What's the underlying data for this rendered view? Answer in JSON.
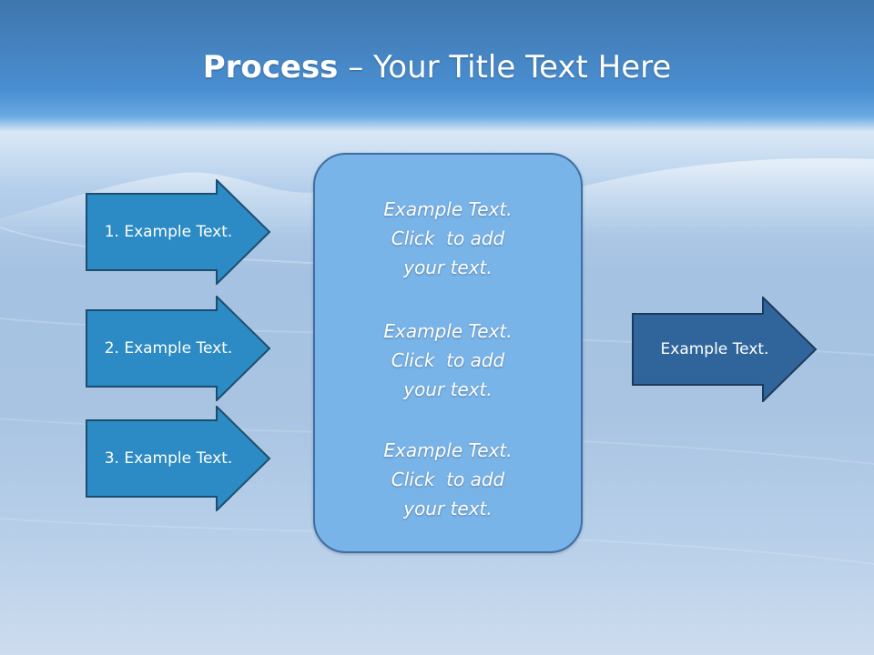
{
  "slide": {
    "title_bold": "Process",
    "title_rest": " – Your Title Text Here"
  },
  "input_arrows": [
    {
      "label": "1. Example Text."
    },
    {
      "label": "2. Example Text."
    },
    {
      "label": "3. Example Text."
    }
  ],
  "center_box": {
    "paragraphs": [
      {
        "lines": [
          "Example Text.",
          "Click  to add",
          "your text."
        ]
      },
      {
        "lines": [
          "Example Text.",
          "Click  to add",
          "your text."
        ]
      },
      {
        "lines": [
          "Example Text.",
          "Click  to add",
          "your text."
        ]
      }
    ]
  },
  "output_arrow": {
    "label": "Example Text."
  },
  "colors": {
    "input_arrow_fill": "#2c8bc4",
    "input_arrow_border": "#1d4d6e",
    "output_arrow_fill": "#30659c",
    "output_arrow_border": "#1b3a5c",
    "center_box_fill": "#79b4e9",
    "center_box_border": "#3d6fa7"
  }
}
